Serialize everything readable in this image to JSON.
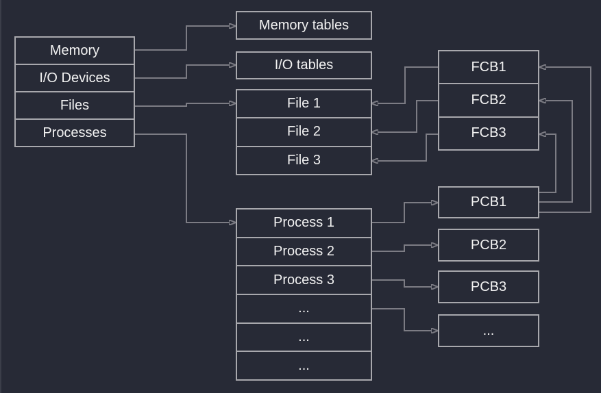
{
  "colors": {
    "background": "#272a36",
    "box_border": "#a8a8ad",
    "connector": "#7c7c84",
    "text": "#f2f2f2"
  },
  "os_table": {
    "rows": [
      "Memory",
      "I/O Devices",
      "Files",
      "Processes"
    ]
  },
  "memory_tables_label": "Memory tables",
  "io_tables_label": "I/O tables",
  "file_table": {
    "rows": [
      "File 1",
      "File 2",
      "File 3"
    ]
  },
  "process_table": {
    "rows": [
      "Process 1",
      "Process 2",
      "Process 3",
      "...",
      "...",
      "..."
    ]
  },
  "fcb_stack": {
    "rows": [
      "FCB1",
      "FCB2",
      "FCB3"
    ]
  },
  "pcb_boxes": {
    "pcb1": "PCB1",
    "pcb2": "PCB2",
    "pcb3": "PCB3",
    "dots": "..."
  },
  "edges": [
    {
      "from": "Memory",
      "to": "Memory tables"
    },
    {
      "from": "I/O Devices",
      "to": "I/O tables"
    },
    {
      "from": "Files",
      "to": "File 1"
    },
    {
      "from": "Processes",
      "to": "Process 1"
    },
    {
      "from": "FCB1",
      "to": "File 1"
    },
    {
      "from": "FCB2",
      "to": "File 2"
    },
    {
      "from": "FCB3",
      "to": "File 3"
    },
    {
      "from": "Process 1",
      "to": "PCB1"
    },
    {
      "from": "Process 2",
      "to": "PCB2"
    },
    {
      "from": "Process 3",
      "to": "PCB3"
    },
    {
      "from": "Process ...",
      "to": "PCB ..."
    },
    {
      "from": "PCB1",
      "to": "FCB3"
    },
    {
      "from": "PCB1",
      "to": "FCB2"
    },
    {
      "from": "PCB1",
      "to": "FCB1"
    }
  ]
}
